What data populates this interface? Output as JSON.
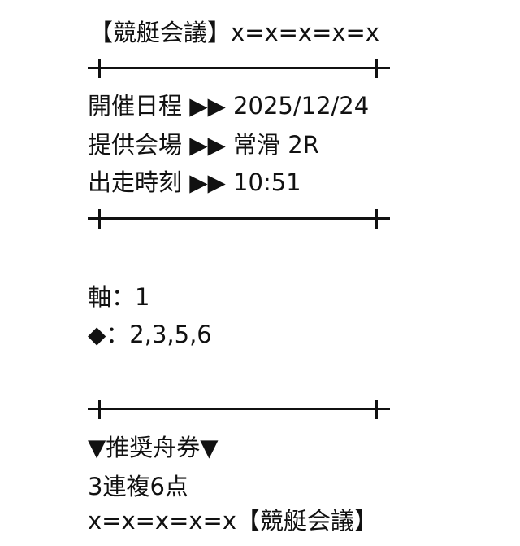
{
  "header": {
    "title": "【競艇会議】x=x=x=x=x"
  },
  "info": [
    {
      "label": "開催日程 ▶▶ 2025/12/24"
    },
    {
      "label": "提供会場 ▶▶ 常滑 2R"
    },
    {
      "label": "出走時刻 ▶▶ 10:51"
    }
  ],
  "picks": {
    "axis": "軸：1",
    "others": "◆：2,3,5,6"
  },
  "recommend": {
    "heading": "▼推奨舟券▼",
    "bet": "3連複6点"
  },
  "footer": {
    "text": "x=x=x=x=x【競艇会議】"
  }
}
